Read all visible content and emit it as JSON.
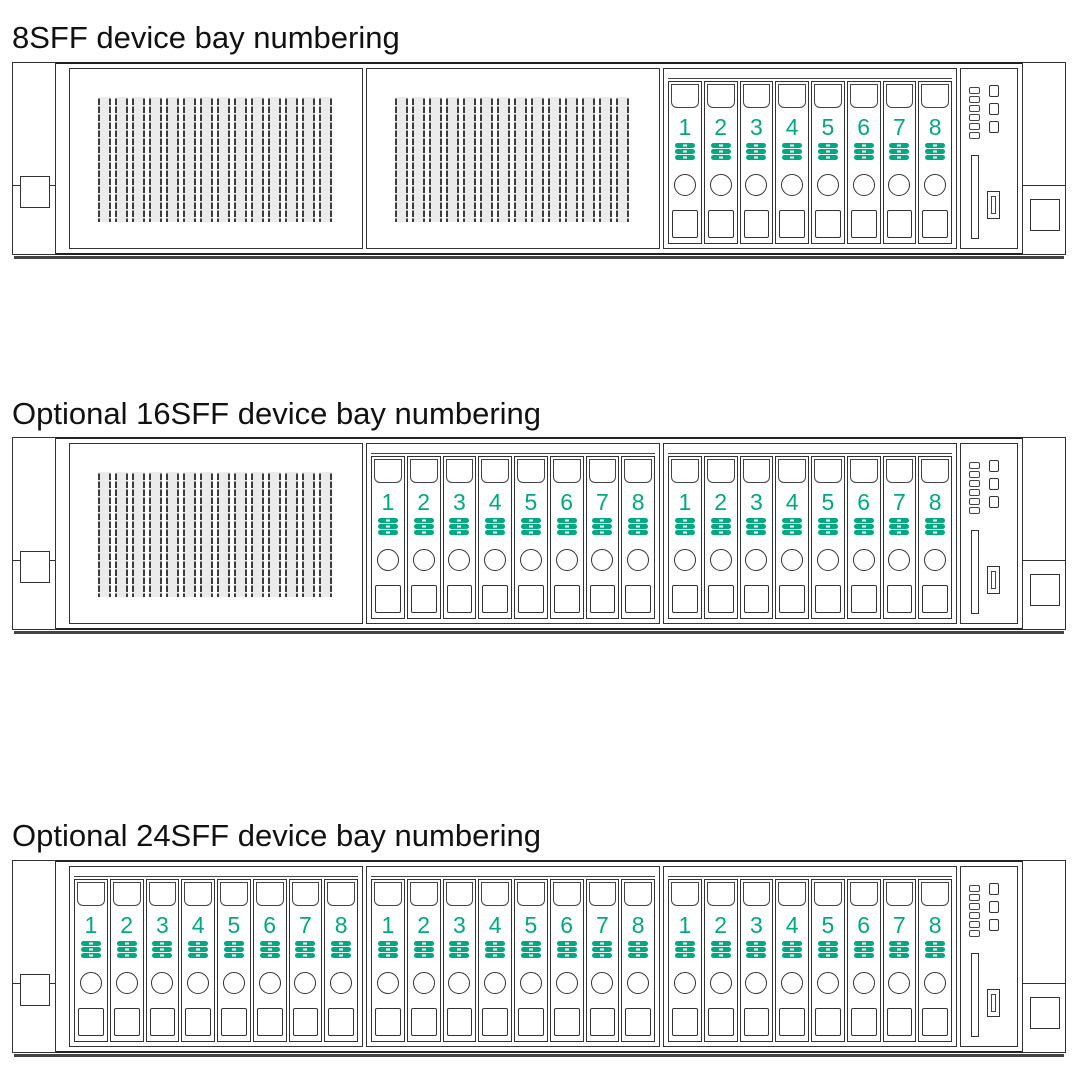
{
  "diagrams": [
    {
      "id": "sff8",
      "title": "8SFF device bay numbering",
      "blank_panels": 2,
      "cages": [
        {
          "bays": [
            "1",
            "2",
            "3",
            "4",
            "5",
            "6",
            "7",
            "8"
          ]
        }
      ]
    },
    {
      "id": "sff16",
      "title": "Optional 16SFF device bay numbering",
      "blank_panels": 1,
      "cages": [
        {
          "bays": [
            "1",
            "2",
            "3",
            "4",
            "5",
            "6",
            "7",
            "8"
          ]
        },
        {
          "bays": [
            "1",
            "2",
            "3",
            "4",
            "5",
            "6",
            "7",
            "8"
          ]
        }
      ]
    },
    {
      "id": "sff24",
      "title": "Optional 24SFF device bay numbering",
      "blank_panels": 0,
      "cages": [
        {
          "bays": [
            "1",
            "2",
            "3",
            "4",
            "5",
            "6",
            "7",
            "8"
          ]
        },
        {
          "bays": [
            "1",
            "2",
            "3",
            "4",
            "5",
            "6",
            "7",
            "8"
          ]
        },
        {
          "bays": [
            "1",
            "2",
            "3",
            "4",
            "5",
            "6",
            "7",
            "8"
          ]
        }
      ]
    }
  ],
  "colors": {
    "bay_number": "#01a982",
    "line": "#333333"
  },
  "icons": [
    "drive-stack-icon",
    "usb-port-icon",
    "status-led-icon"
  ]
}
